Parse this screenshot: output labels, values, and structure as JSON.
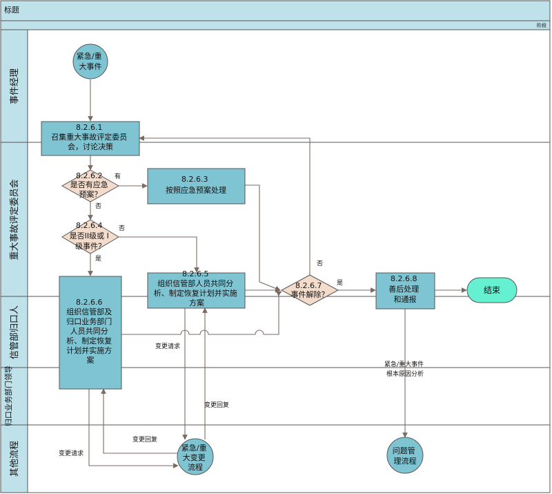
{
  "title": "标题",
  "phase_label": "阶段",
  "colors": {
    "header": "#bfe2ea",
    "lane_header": "#bfe2ea",
    "process": "#7fc4d2",
    "decision": "#f3dccb",
    "terminal_end": "#66f0d2",
    "line": "#7a6a62",
    "border": "#555555"
  },
  "lanes": [
    {
      "id": "lane1",
      "label": "事件经理"
    },
    {
      "id": "lane2",
      "label": "重大事故评定委员会"
    },
    {
      "id": "lane3",
      "label": "信管部归口人"
    },
    {
      "id": "lane4",
      "label": "归口业务部门领导"
    },
    {
      "id": "lane5",
      "label": "其他流程"
    }
  ],
  "nodes": {
    "start": {
      "lines": [
        "紧急/重",
        "大事件"
      ]
    },
    "n8261": {
      "lines": [
        "8.2.6.1",
        "召集重大事故评定委员",
        "会，讨论决策"
      ]
    },
    "n8262": {
      "lines": [
        "8.2.6.2",
        "是否有应急",
        "预案？"
      ]
    },
    "n8263": {
      "lines": [
        "8.2.6.3",
        "按照应急预案处理"
      ]
    },
    "n8264": {
      "lines": [
        "8.2.6.4",
        "是否II级或 I",
        "级事件？"
      ]
    },
    "n8265": {
      "lines": [
        "8.2.6.5",
        "组织信管部人员共同分",
        "析、制定恢复计划并实施",
        "方案"
      ]
    },
    "n8266": {
      "lines": [
        "8.2.6.6",
        "组织信管部及",
        "归口业务部门",
        "人员共同分",
        "析、制定恢复",
        "计划并实施方",
        "案"
      ]
    },
    "n8267": {
      "lines": [
        "8.2.6.7",
        "事件解除？"
      ]
    },
    "n8268": {
      "lines": [
        "8.2.6.8",
        "善后处理",
        "和通报"
      ]
    },
    "end": {
      "lines": [
        "结束"
      ]
    },
    "change": {
      "lines": [
        "紧急/重",
        "大变更",
        "流程"
      ]
    },
    "problem": {
      "lines": [
        "问题管",
        "理流程"
      ]
    }
  },
  "edge_labels": {
    "you": "有",
    "fou1": "否",
    "fou2": "否",
    "shi1": "是",
    "fou3": "否",
    "shi2": "是",
    "change_req1": "变更请求",
    "change_reply1": "变更回复",
    "change_reply2": "变更回复",
    "change_req2": "变更请求",
    "root_cause": [
      "紧急/重大事件",
      "根本原因分析"
    ]
  }
}
